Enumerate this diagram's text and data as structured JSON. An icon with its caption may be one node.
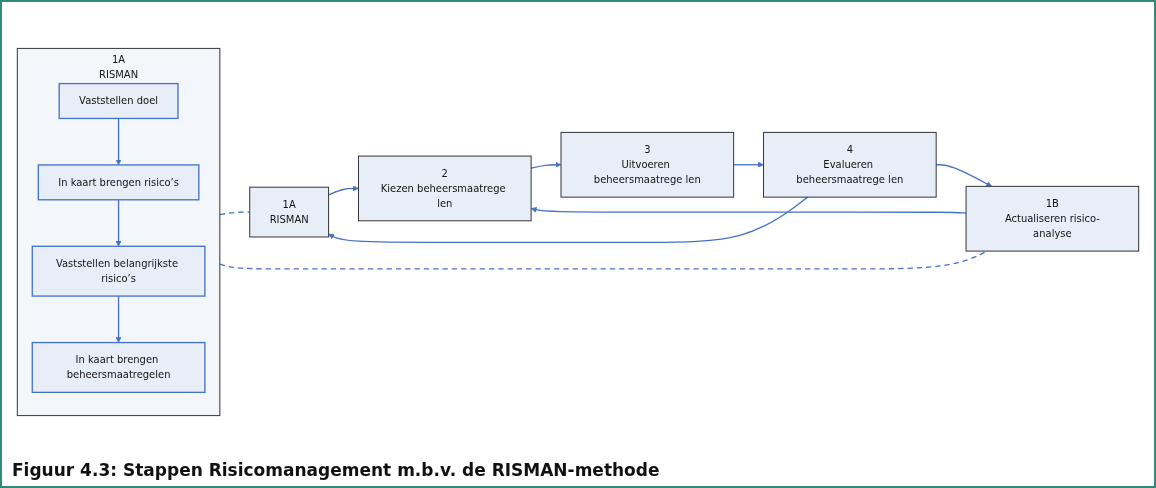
{
  "diagram": {
    "caption": "Figuur 4.3: Stappen Risicomanagement m.b.v. de RISMAN-methode",
    "nodes": [
      {
        "text": [
          "1A",
          "RISMAN"
        ]
      },
      {
        "text": [
          "Vaststellen doel"
        ],
        "in": 0
      },
      {
        "text": [
          "In kaart brengen risico’s"
        ],
        "in": 0
      },
      {
        "text": [
          "Vaststellen belangrijkste risico’s"
        ],
        "in": 0
      },
      {
        "text": [
          "In kaart brengen beheersmaatregelen"
        ],
        "in": 0
      },
      {
        "text": [
          "1A",
          "RISMAN"
        ]
      },
      {
        "text": [
          "1B",
          "Actualiseren risico-analyse"
        ]
      },
      {
        "text": [
          "2",
          "Kiezen beheersmaatrege len"
        ]
      },
      {
        "text": [
          "3",
          "Uitvoeren beheersmaatrege len"
        ]
      },
      {
        "text": [
          "4",
          "Evalueren beheersmaatrege len"
        ]
      }
    ],
    "edges": [
      {
        "from": 1,
        "to": 2,
        "arrow": "to"
      },
      {
        "from": 2,
        "to": 3,
        "arrow": "to"
      },
      {
        "from": 3,
        "to": 4,
        "arrow": "to"
      },
      {
        "from": 0,
        "to": 5,
        "arrow": "none",
        "style": "dashed"
      },
      {
        "from": 0,
        "to": 6,
        "arrow": "none",
        "style": "dashed"
      },
      {
        "from": 5,
        "to": 7,
        "arrow": "to"
      },
      {
        "from": 6,
        "to": 7,
        "arrow": "to"
      },
      {
        "from": 7,
        "to": 8,
        "arrow": "to"
      },
      {
        "from": 8,
        "to": 9,
        "arrow": "to"
      },
      {
        "from": 9,
        "to": 5,
        "arrow": "to"
      },
      {
        "from": 9,
        "to": 6,
        "arrow": "to"
      }
    ]
  }
}
